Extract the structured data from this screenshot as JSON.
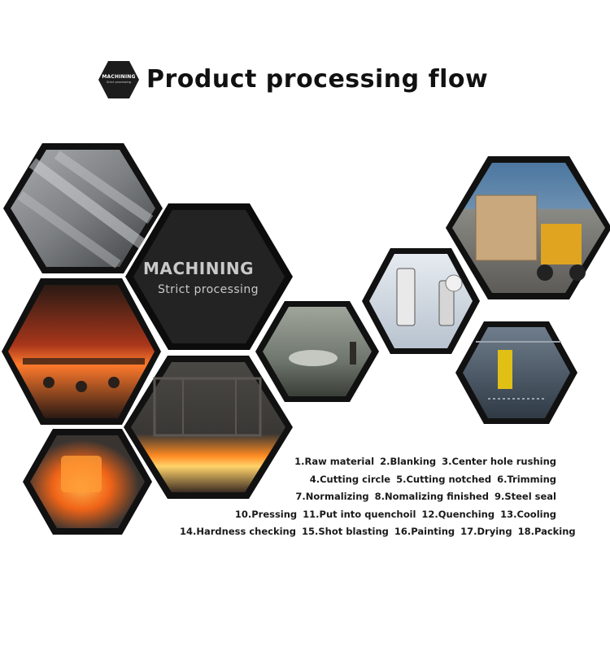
{
  "header": {
    "logo_line1": "MACHINING",
    "logo_line2": "Strict processing",
    "title": "Product processing flow"
  },
  "center_hex": {
    "title": "MACHINING",
    "subtitle": "Strict processing"
  },
  "photos": [
    {
      "name": "raw-material-bars-photo",
      "subject": "steel bars"
    },
    {
      "name": "heating-rolling-photo",
      "subject": "hot forging"
    },
    {
      "name": "furnace-photo",
      "subject": "furnace"
    },
    {
      "name": "forged-part-glow-photo",
      "subject": "glowing forging"
    },
    {
      "name": "painting-booth-photo",
      "subject": "paint booth"
    },
    {
      "name": "hardness-tester-photo",
      "subject": "hardness tester"
    },
    {
      "name": "forklift-packing-photo",
      "subject": "forklift with crates"
    },
    {
      "name": "shot-blasting-photo",
      "subject": "shot blasting"
    }
  ],
  "steps": [
    [
      "1.Raw material",
      "2.Blanking",
      "3.Center hole rushing"
    ],
    [
      "4.Cutting circle",
      "5.Cutting notched",
      "6.Trimming"
    ],
    [
      "7.Normalizing",
      "8.Nomalizing finished",
      "9.Steel seal"
    ],
    [
      "10.Pressing",
      "11.Put into quenchoil",
      "12.Quenching",
      "13.Cooling"
    ],
    [
      "14.Hardness checking",
      "15.Shot blasting",
      "16.Painting",
      "17.Drying",
      "18.Packing"
    ]
  ],
  "colors": {
    "hex_border": "#111111",
    "center_fill": "#232323",
    "center_text": "#c9c9c9"
  }
}
